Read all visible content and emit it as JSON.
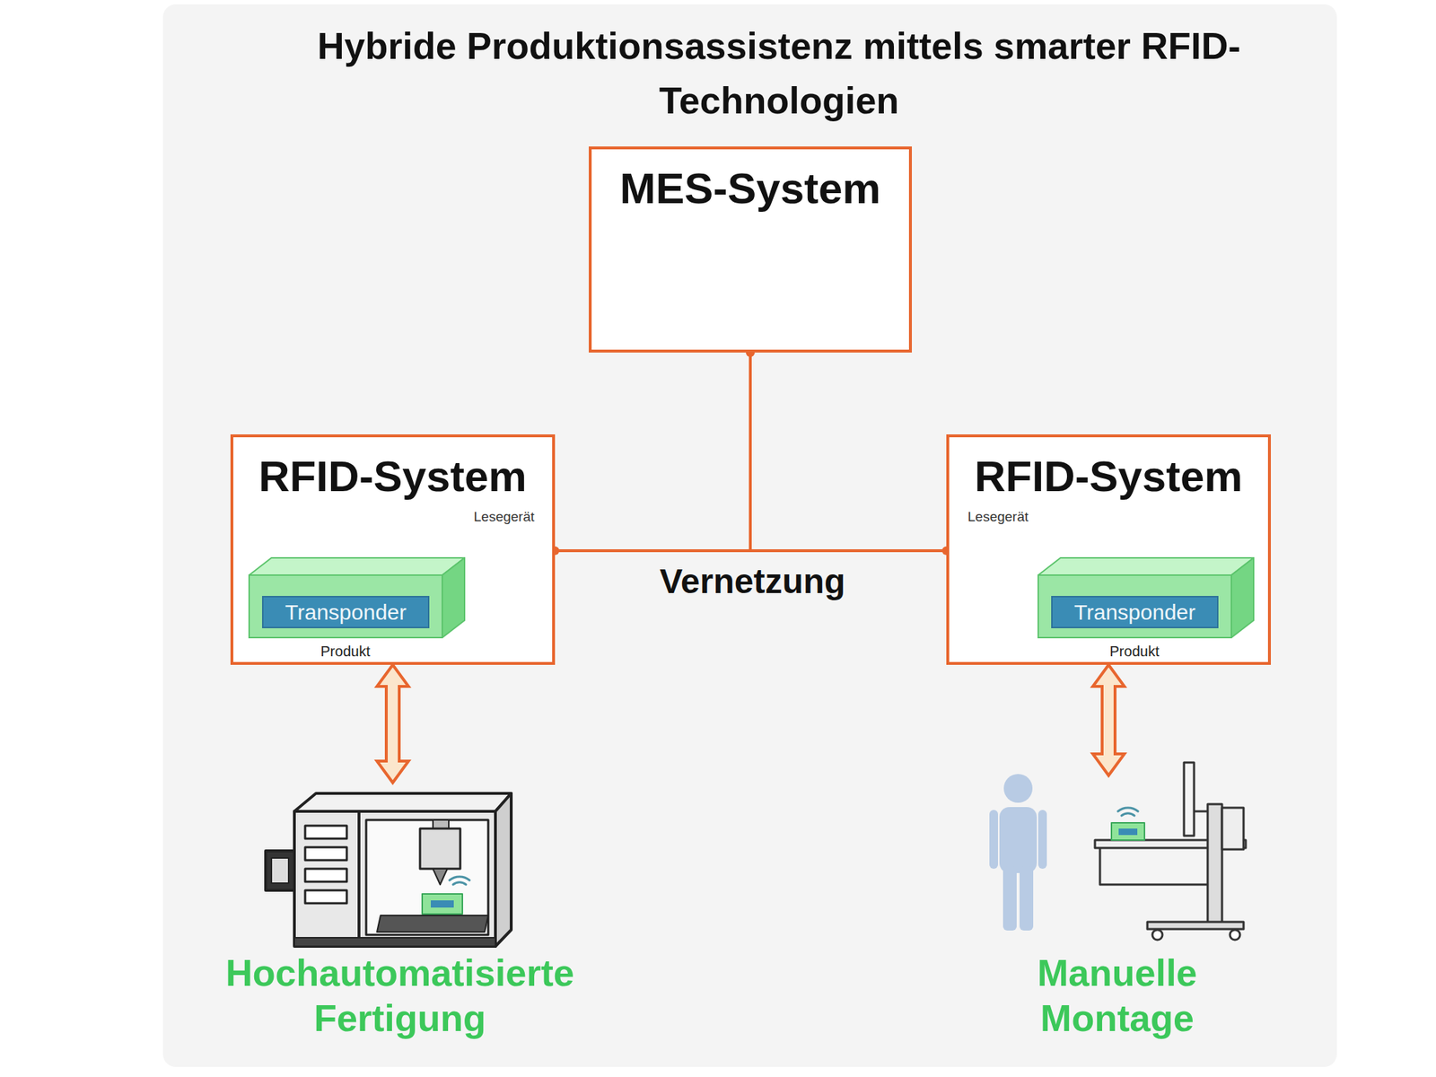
{
  "diagram": {
    "title": "Hybride Produktionsassistenz mittels smarter RFID-Technologien",
    "nodes": [
      {
        "text": [
          "MES-System"
        ]
      },
      {
        "text": [
          "RFID-System"
        ]
      },
      {
        "text": [
          "Produkt"
        ],
        "in": 1
      },
      {
        "text": [
          "Transponder"
        ],
        "in": 2
      },
      {
        "text": [
          "RFID-System"
        ]
      },
      {
        "text": [
          "Produkt"
        ],
        "in": 4
      },
      {
        "text": [
          "Transponder"
        ],
        "in": 5
      },
      {
        "text": [
          "Hochautomatisierte Fertigung"
        ]
      },
      {
        "text": [
          "Manuelle Montage"
        ]
      }
    ],
    "edges": [
      {
        "from": 0,
        "to": 1,
        "arrow": "none"
      },
      {
        "from": 0,
        "to": 4,
        "arrow": "none"
      },
      {
        "from": 1,
        "to": 7,
        "arrow": "both"
      },
      {
        "from": 4,
        "to": 8,
        "arrow": "both"
      }
    ],
    "labels": [
      "Lesegerät",
      "Lesegerät",
      "Vernetzung"
    ]
  }
}
